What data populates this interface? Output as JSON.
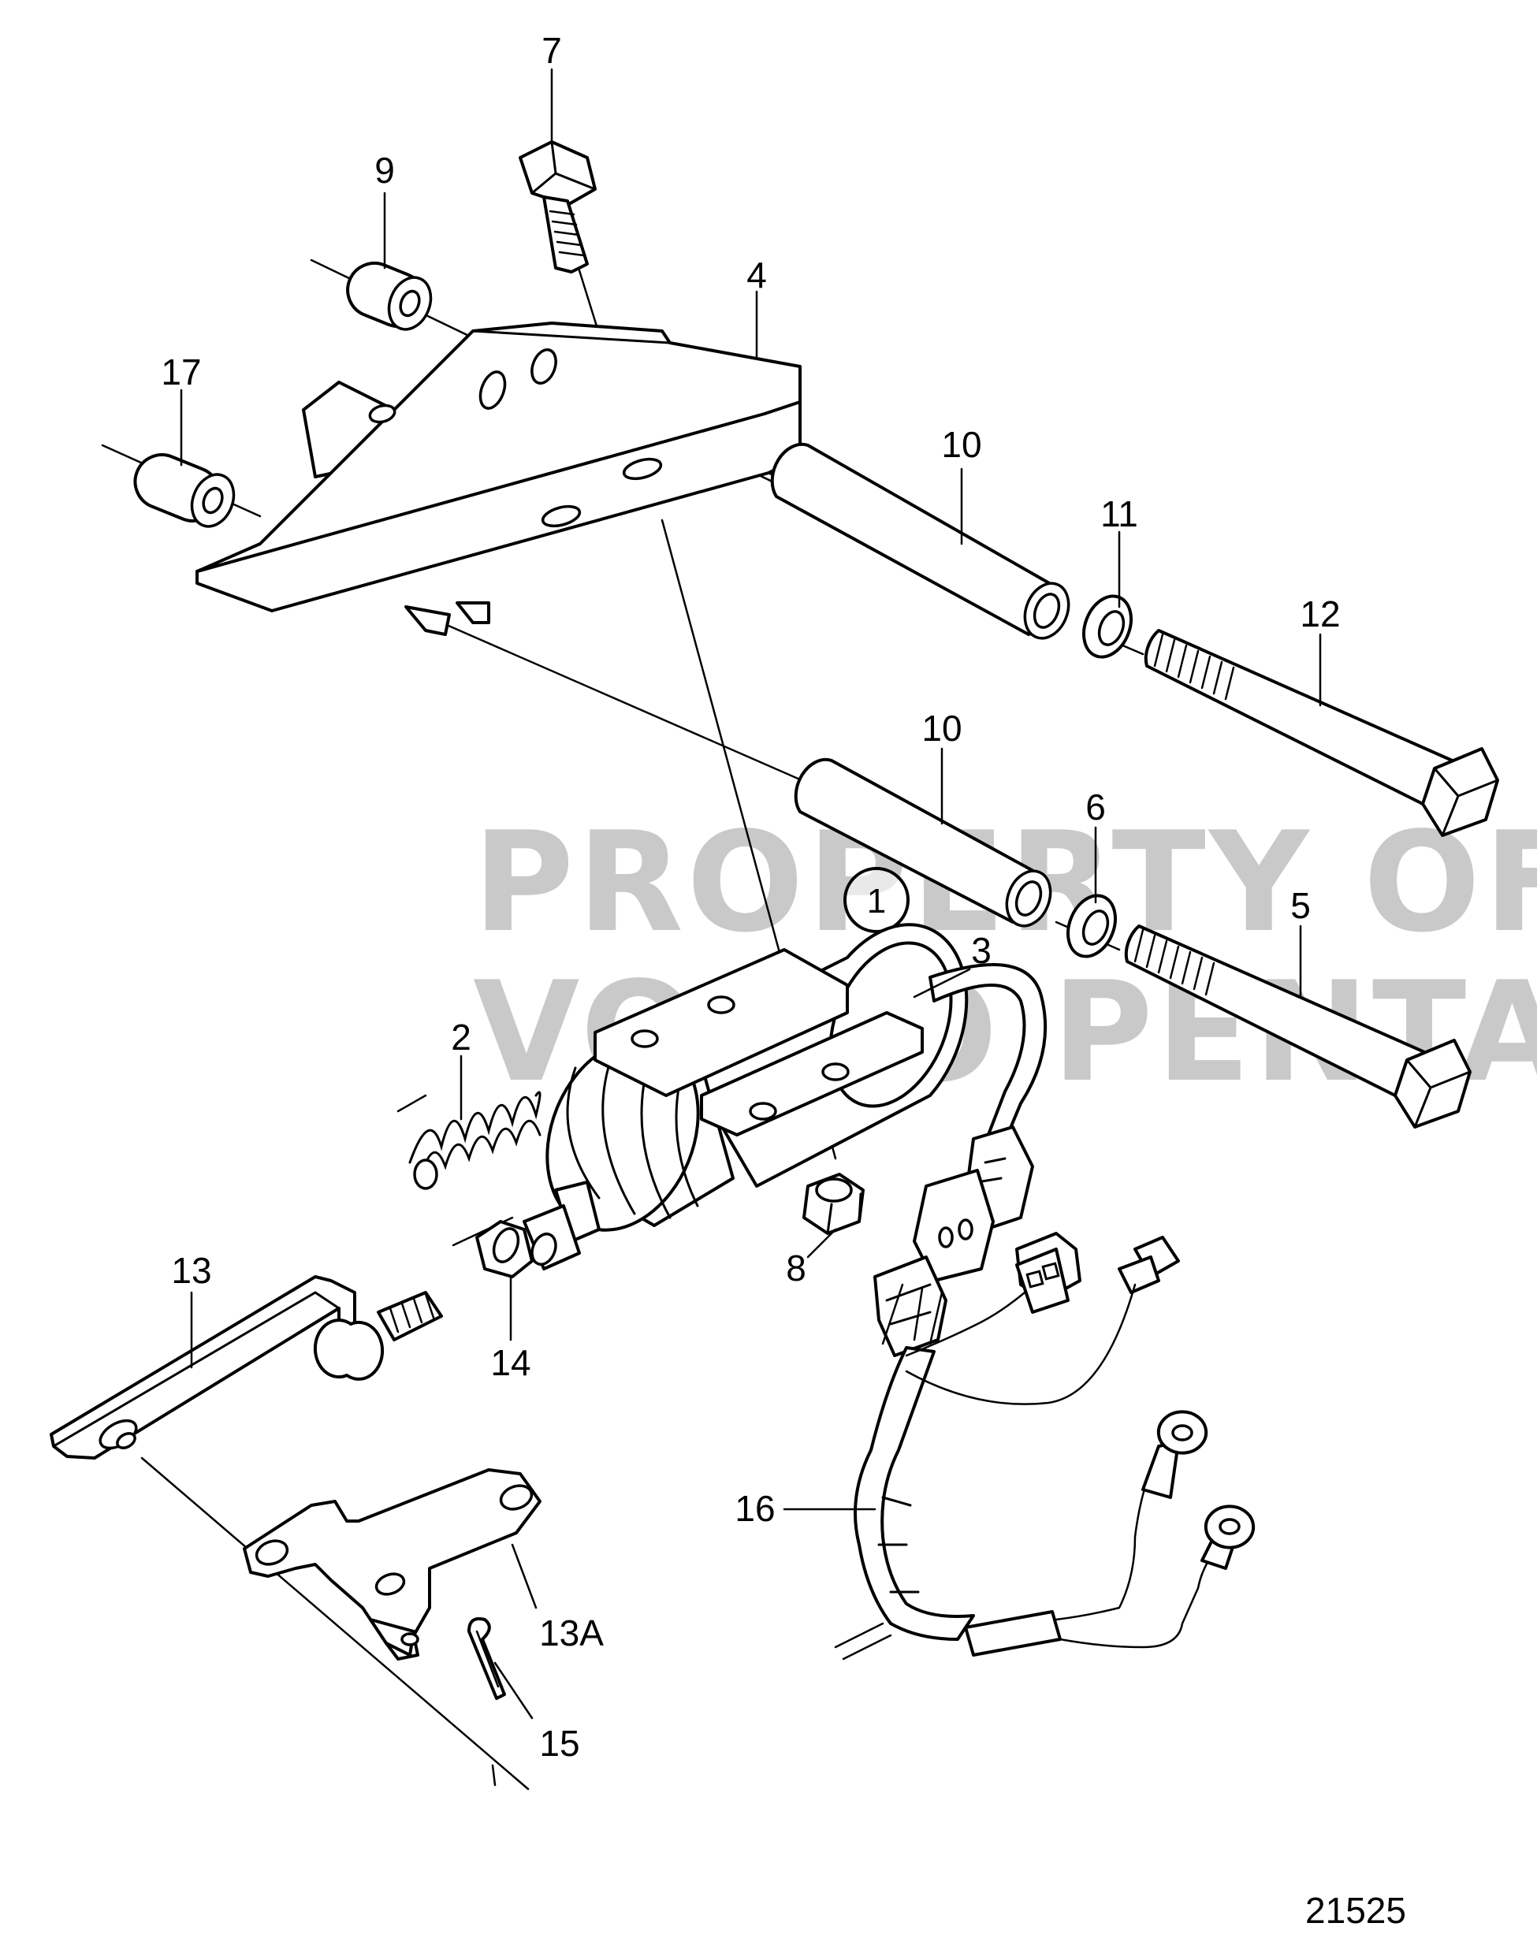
{
  "callouts": {
    "c1": "1",
    "c2": "2",
    "c3": "3",
    "c4": "4",
    "c5": "5",
    "c6": "6",
    "c7": "7",
    "c8": "8",
    "c9": "9",
    "c10a": "10",
    "c10b": "10",
    "c11": "11",
    "c12": "12",
    "c13": "13",
    "c13a": "13A",
    "c14": "14",
    "c15": "15",
    "c16": "16",
    "c17": "17"
  },
  "watermark": {
    "line1": "PROPERTY OF",
    "line2": "VOLVO PENTA"
  },
  "figure_number": "21525",
  "colors": {
    "ink": "#000000",
    "paper": "#ffffff",
    "watermark": "#b8b8b8"
  }
}
